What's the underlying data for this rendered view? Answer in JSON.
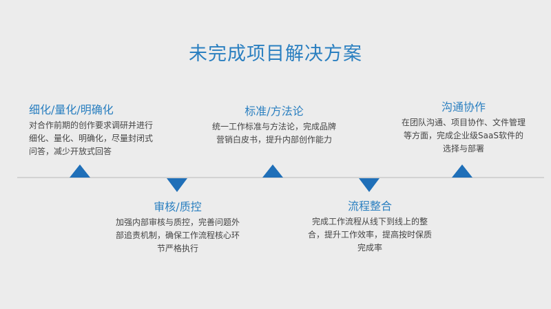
{
  "title": "未完成项目解决方案",
  "colors": {
    "accent": "#1f6fb8",
    "heading": "#2a7fc0"
  },
  "items": [
    {
      "heading": "细化/量化/明确化",
      "text": "对合作前期的创作要求调研并进行细化、量化、明确化，尽量封闭式问答，减少开放式回答"
    },
    {
      "heading": "审核/质控",
      "text": "加强内部审核与质控，完善问题外部追责机制，确保工作流程核心环节严格执行"
    },
    {
      "heading": "标准/方法论",
      "text": "统一工作标准与方法论，完成品牌营销白皮书，提升内部创作能力"
    },
    {
      "heading": "流程整合",
      "text": "完成工作流程从线下到线上的整合，提升工作效率，提高按时保质完成率"
    },
    {
      "heading": "沟通协作",
      "text": "在团队沟通、项目协作、文件管理等方面，完成企业级SaaS软件的选择与部署"
    }
  ]
}
